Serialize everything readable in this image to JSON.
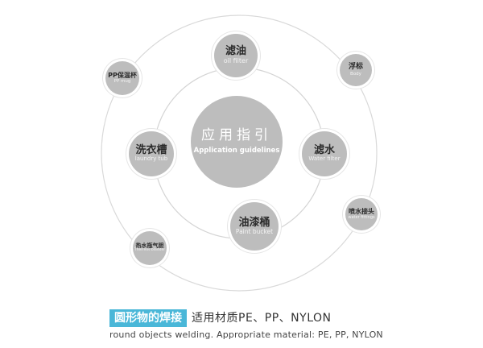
{
  "center": {
    "zh": "应用指引",
    "en": "Application guidelines"
  },
  "nodes": [
    {
      "id": "oil-filter",
      "zh": "滤油",
      "en": "oil filter"
    },
    {
      "id": "pp-mug",
      "zh": "PP保温杯",
      "en": "PP mug"
    },
    {
      "id": "float-body",
      "zh": "浮标",
      "en": "Body"
    },
    {
      "id": "laundry-tub",
      "zh": "洗衣槽",
      "en": "laundry tub"
    },
    {
      "id": "water-filter",
      "zh": "滤水",
      "en": "Water filter"
    },
    {
      "id": "water-fittings",
      "zh": "喷水接头",
      "en": "water fittings"
    },
    {
      "id": "paint-bucket",
      "zh": "油漆桶",
      "en": "Paint bucket"
    },
    {
      "id": "heater-bladder",
      "zh": "热水瓶气胆",
      "en": "Thermos bladder"
    }
  ],
  "caption": {
    "tag": "圆形物的焊接",
    "material": "适用材质PE、PP、NYLON",
    "english": "round objects welding. Appropriate material: PE, PP, NYLON"
  },
  "colors": {
    "circle_fill": "#bdbdbd",
    "ring_stroke": "#d6d6d6",
    "tag_bg": "#4ab7d8"
  }
}
